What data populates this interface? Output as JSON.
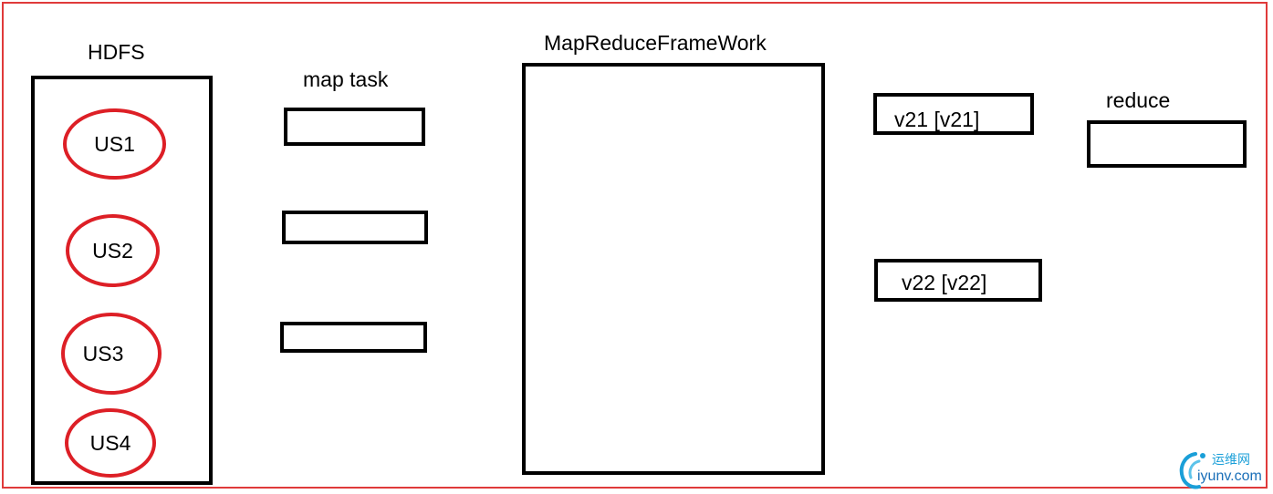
{
  "hdfs": {
    "title": "HDFS",
    "nodes": [
      "US1",
      "US2",
      "US3",
      "US4"
    ]
  },
  "map_task": {
    "title": "map task",
    "slots": [
      "",
      "",
      ""
    ]
  },
  "framework": {
    "title": "MapReduceFrameWork"
  },
  "intermediate": {
    "items": [
      "v21  [v21]",
      "v22  [v22]"
    ]
  },
  "reduce": {
    "title": "reduce"
  },
  "watermark": {
    "text_cn": "运维网",
    "text_en": "iyunv.com"
  },
  "colors": {
    "frame": "#e03a3a",
    "ellipse": "#dd1f26",
    "box": "#000000",
    "logo": "#1a9fd8"
  }
}
